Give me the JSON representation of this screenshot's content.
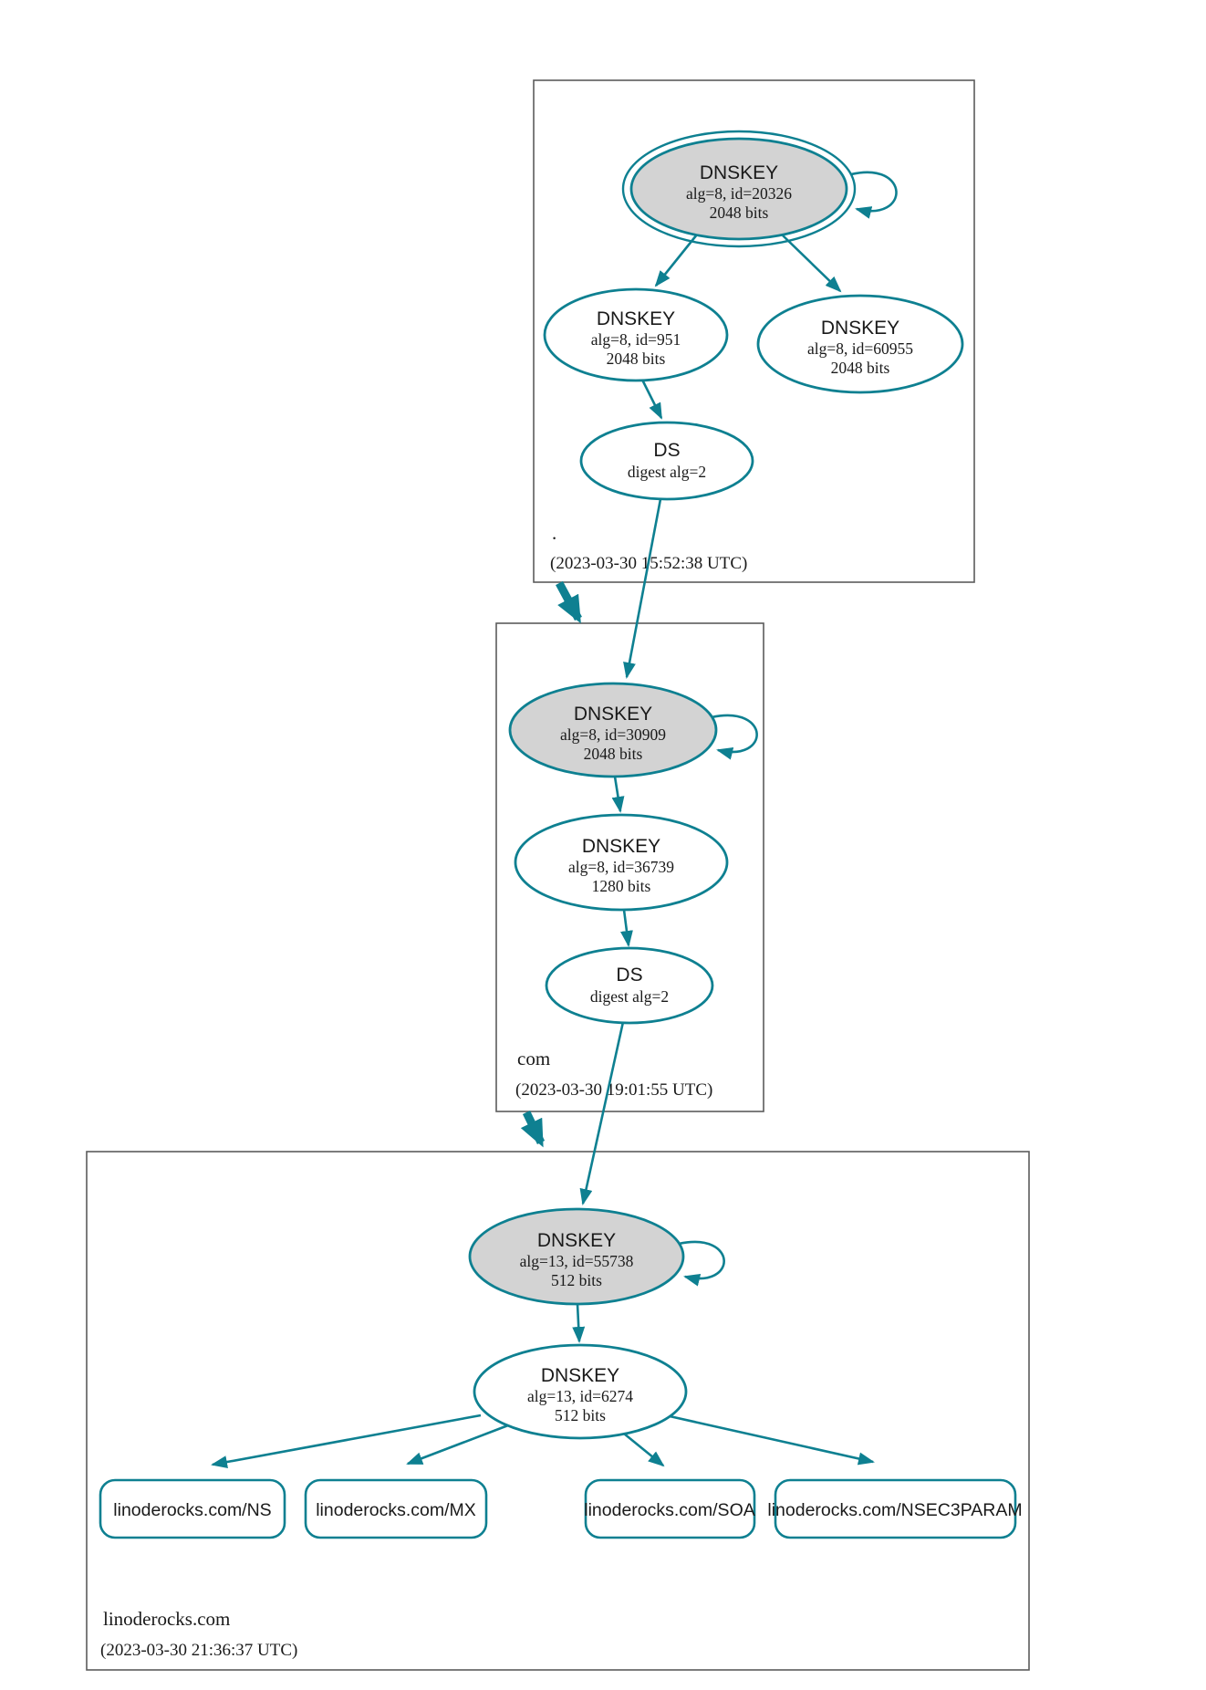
{
  "diagram_type": "dnssec-authentication-chain",
  "colors": {
    "edge_secure": "#0e8091",
    "ksk_fill": "#d3d3d3",
    "node_fill": "#ffffff",
    "zone_border": "#5b5b5b",
    "text": "#1a1a1a"
  },
  "zones": [
    {
      "name": ".",
      "timestamp": "(2023-03-30 15:52:38 UTC)",
      "nodes": {
        "ksk": {
          "title": "DNSKEY",
          "detail1": "alg=8, id=20326",
          "detail2": "2048 bits"
        },
        "zsk1": {
          "title": "DNSKEY",
          "detail1": "alg=8, id=951",
          "detail2": "2048 bits"
        },
        "zsk2": {
          "title": "DNSKEY",
          "detail1": "alg=8, id=60955",
          "detail2": "2048 bits"
        },
        "ds": {
          "title": "DS",
          "detail1": "digest alg=2"
        }
      }
    },
    {
      "name": "com",
      "timestamp": "(2023-03-30 19:01:55 UTC)",
      "nodes": {
        "ksk": {
          "title": "DNSKEY",
          "detail1": "alg=8, id=30909",
          "detail2": "2048 bits"
        },
        "zsk": {
          "title": "DNSKEY",
          "detail1": "alg=8, id=36739",
          "detail2": "1280 bits"
        },
        "ds": {
          "title": "DS",
          "detail1": "digest alg=2"
        }
      }
    },
    {
      "name": "linoderocks.com",
      "timestamp": "(2023-03-30 21:36:37 UTC)",
      "nodes": {
        "ksk": {
          "title": "DNSKEY",
          "detail1": "alg=13, id=55738",
          "detail2": "512 bits"
        },
        "zsk": {
          "title": "DNSKEY",
          "detail1": "alg=13, id=6274",
          "detail2": "512 bits"
        }
      },
      "rrsets": [
        "linoderocks.com/NS",
        "linoderocks.com/MX",
        "linoderocks.com/SOA",
        "linoderocks.com/NSEC3PARAM"
      ]
    }
  ]
}
